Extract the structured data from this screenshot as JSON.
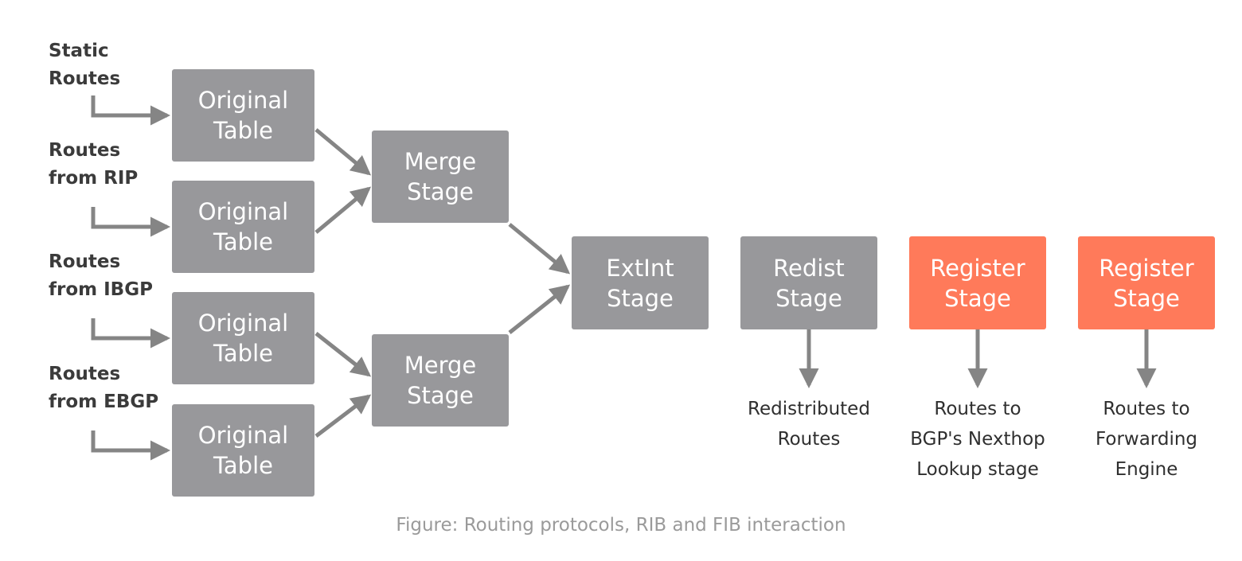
{
  "sources": [
    {
      "label": "Static\nRoutes"
    },
    {
      "label": "Routes\nfrom RIP"
    },
    {
      "label": "Routes\nfrom IBGP"
    },
    {
      "label": "Routes\nfrom EBGP"
    }
  ],
  "original_tables": [
    {
      "label": "Original\nTable"
    },
    {
      "label": "Original\nTable"
    },
    {
      "label": "Original\nTable"
    },
    {
      "label": "Original\nTable"
    }
  ],
  "merge_stages": [
    {
      "label": "Merge\nStage"
    },
    {
      "label": "Merge\nStage"
    }
  ],
  "extint_stage": {
    "label": "ExtInt\nStage"
  },
  "redist_stage": {
    "label": "Redist\nStage"
  },
  "register_stages": [
    {
      "label": "Register\nStage"
    },
    {
      "label": "Register\nStage"
    }
  ],
  "outputs": [
    {
      "label": "Redistributed\nRoutes"
    },
    {
      "label": "Routes to\nBGP's Nexthop\nLookup stage"
    },
    {
      "label": "Routes to\nForwarding\nEngine"
    }
  ],
  "caption": "Figure: Routing protocols, RIB and FIB interaction",
  "colors": {
    "stage_gray": "#98989b",
    "register_orange": "#ff7a5a",
    "arrow": "#858585",
    "caption": "#9a9a9a"
  }
}
